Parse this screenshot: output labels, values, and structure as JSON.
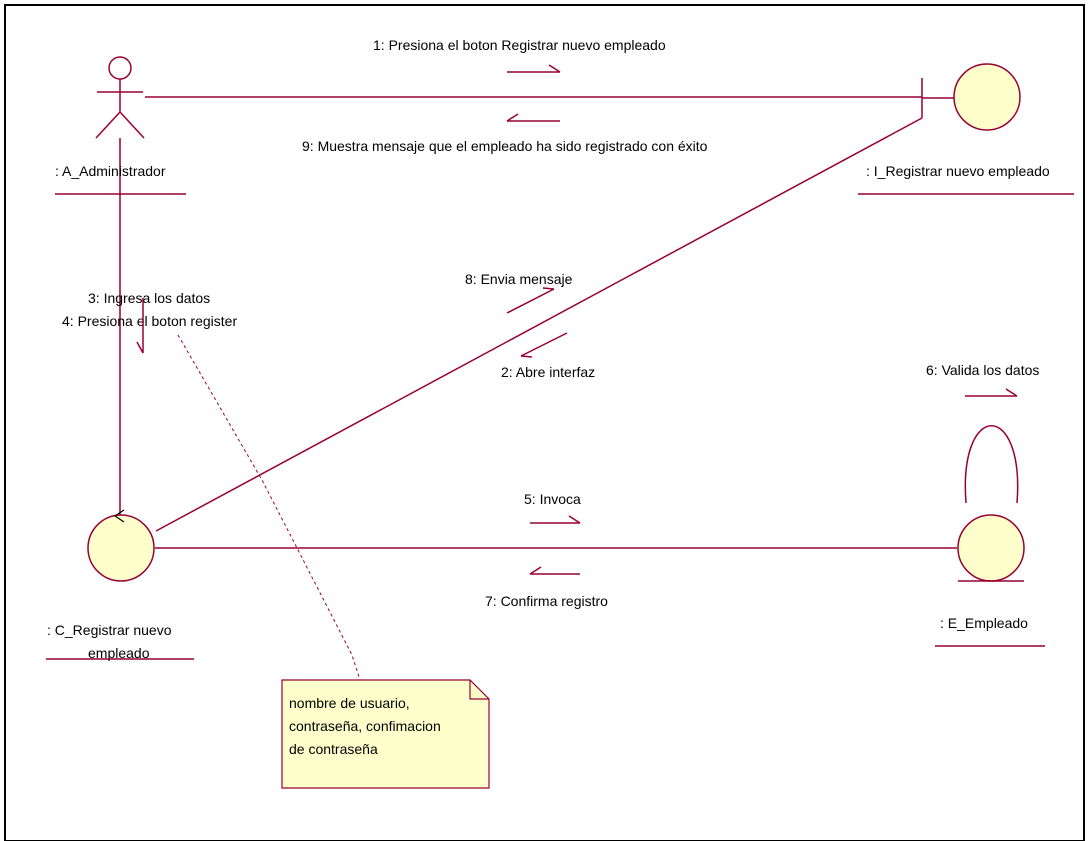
{
  "actors": {
    "administrator": {
      "label": ": A_Administrador"
    }
  },
  "objects": {
    "interface": {
      "label": ": I_Registrar nuevo empleado",
      "stereotype": "boundary"
    },
    "control": {
      "label_line1": ": C_Registrar nuevo",
      "label_line2": "empleado",
      "stereotype": "control"
    },
    "entity": {
      "label": ": E_Empleado",
      "stereotype": "entity"
    }
  },
  "messages": {
    "m1": "1: Presiona el boton Registrar nuevo empleado",
    "m2": "2: Abre interfaz",
    "m3": "3: Ingresa los datos",
    "m4": "4: Presiona el boton register",
    "m5": "5: Invoca",
    "m6": "6: Valida los datos",
    "m7": "7: Confirma registro",
    "m8": "8: Envia mensaje",
    "m9": "9: Muestra mensaje que el empleado ha sido registrado con éxito"
  },
  "note": {
    "line1": "nombre de usuario,",
    "line2": "contraseña, confimacion",
    "line3": "de contraseña"
  },
  "colors": {
    "line": "#990033",
    "object_fill": "#FFFFCC",
    "note_fill": "#FFFFCC",
    "note_border": "#990033",
    "frame_border": "#000000"
  }
}
